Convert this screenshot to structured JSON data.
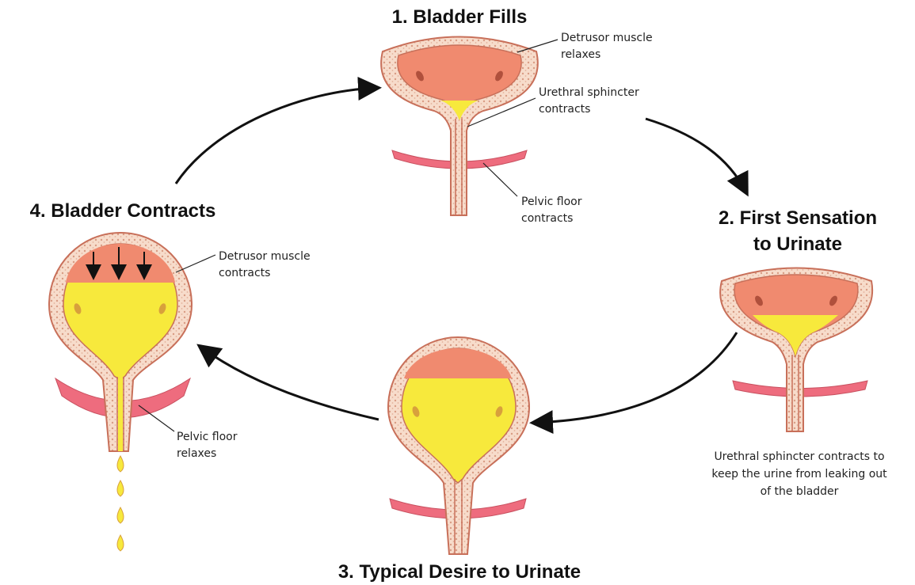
{
  "stages": [
    {
      "title_lines": [
        "1. Bladder Fills"
      ],
      "labels": [
        {
          "lines": [
            "Detrusor muscle",
            "relaxes"
          ]
        },
        {
          "lines": [
            "Urethral sphincter",
            "contracts"
          ]
        },
        {
          "lines": [
            "Pelvic floor",
            "contracts"
          ]
        }
      ]
    },
    {
      "title_lines": [
        "2. First Sensation",
        "to Urinate"
      ],
      "labels": [
        {
          "lines": [
            "Urethral sphincter contracts to",
            "keep the urine from leaking out",
            "of the bladder"
          ]
        }
      ]
    },
    {
      "title_lines": [
        "3. Typical Desire to Urinate"
      ],
      "labels": []
    },
    {
      "title_lines": [
        "4. Bladder Contracts"
      ],
      "labels": [
        {
          "lines": [
            "Detrusor muscle",
            "contracts"
          ]
        },
        {
          "lines": [
            "Pelvic floor",
            "relaxes"
          ]
        }
      ]
    }
  ],
  "colors": {
    "wall": "#f7dccb",
    "wall_outline": "#c8705a",
    "muscle": "#f08a6f",
    "urine": "#f7e93c",
    "pelvic_floor": "#ee6c7e",
    "arrow": "#111111"
  }
}
